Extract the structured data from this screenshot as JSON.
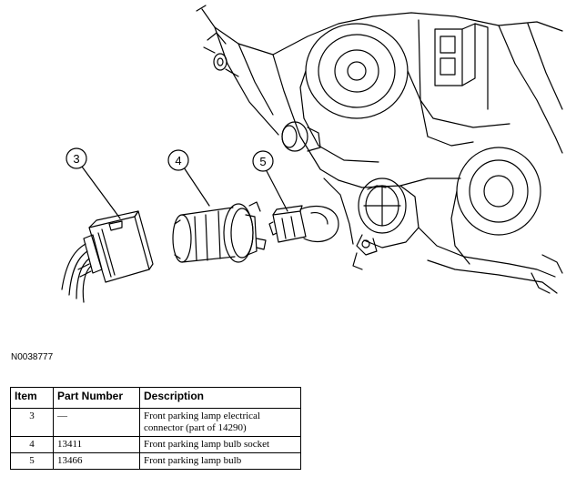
{
  "figure_id": "N0038777",
  "callouts": [
    "3",
    "4",
    "5"
  ],
  "table": {
    "headers": [
      "Item",
      "Part Number",
      "Description"
    ],
    "rows": [
      {
        "item": "3",
        "part": "—",
        "description": "Front parking lamp electrical connector (part of 14290)"
      },
      {
        "item": "4",
        "part": "13411",
        "description": "Front parking lamp bulb socket"
      },
      {
        "item": "5",
        "part": "13466",
        "description": "Front parking lamp bulb"
      }
    ]
  }
}
